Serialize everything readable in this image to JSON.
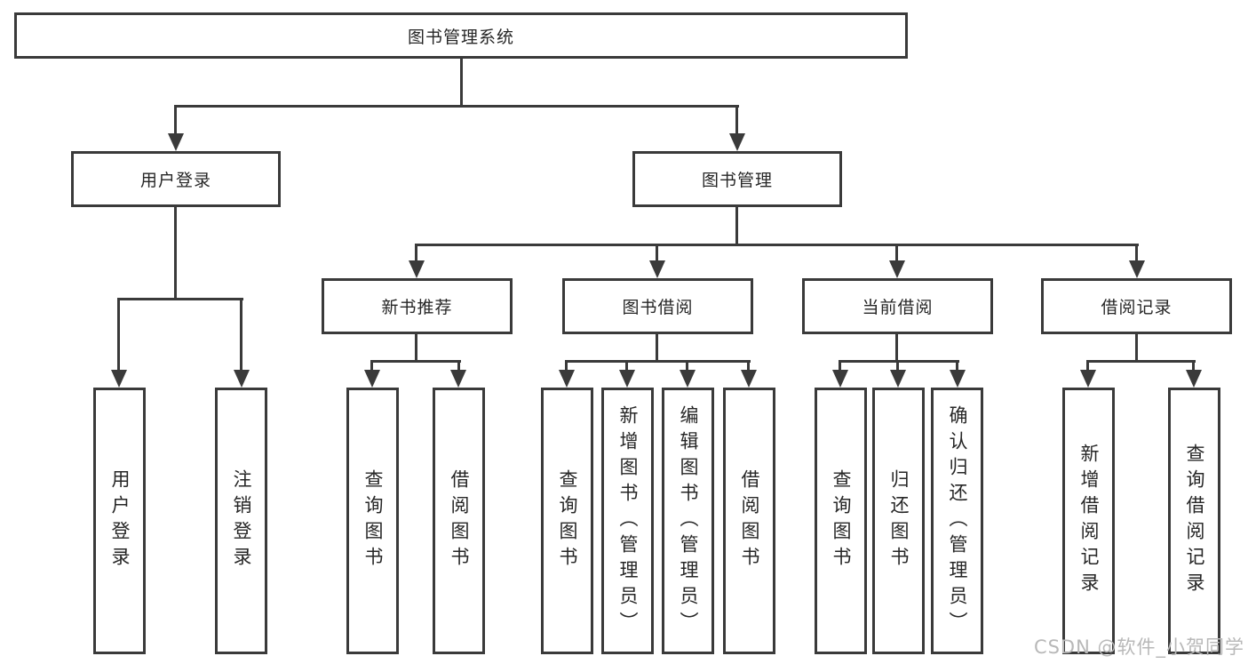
{
  "diagram": {
    "type": "hierarchy-tree",
    "title": "图书管理系统",
    "watermark": "CSDN @软件_小贺同学",
    "colors": {
      "line": "#3a3a3a",
      "box_border": "#3a3a3a",
      "box_fill": "#ffffff",
      "text": "#262626",
      "watermark": "#b8b8b8",
      "background": "#ffffff"
    },
    "nodes": {
      "root": {
        "label": "图书管理系统"
      },
      "level2": [
        {
          "label": "用户登录",
          "parent": "图书管理系统"
        },
        {
          "label": "图书管理",
          "parent": "图书管理系统"
        }
      ],
      "level3": [
        {
          "label": "新书推荐",
          "parent": "图书管理"
        },
        {
          "label": "图书借阅",
          "parent": "图书管理"
        },
        {
          "label": "当前借阅",
          "parent": "图书管理"
        },
        {
          "label": "借阅记录",
          "parent": "图书管理"
        }
      ],
      "leaves": [
        {
          "label": "用户登录",
          "parent": "用户登录"
        },
        {
          "label": "注销登录",
          "parent": "用户登录"
        },
        {
          "label": "查询图书",
          "parent": "新书推荐"
        },
        {
          "label": "借阅图书",
          "parent": "新书推荐"
        },
        {
          "label": "查询图书",
          "parent": "图书借阅"
        },
        {
          "label": "新增图书（管理员）",
          "parent": "图书借阅"
        },
        {
          "label": "编辑图书（管理员）",
          "parent": "图书借阅"
        },
        {
          "label": "借阅图书",
          "parent": "图书借阅"
        },
        {
          "label": "查询图书",
          "parent": "当前借阅"
        },
        {
          "label": "归还图书",
          "parent": "当前借阅"
        },
        {
          "label": "确认归还（管理员）",
          "parent": "当前借阅"
        },
        {
          "label": "新增借阅记录",
          "parent": "借阅记录"
        },
        {
          "label": "查询借阅记录",
          "parent": "借阅记录"
        }
      ]
    }
  }
}
